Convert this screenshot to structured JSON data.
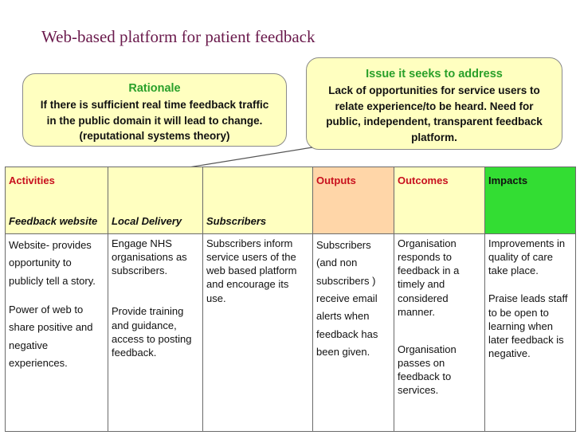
{
  "title": "Web-based platform for patient feedback",
  "rationale": {
    "heading": "Rationale",
    "lines": [
      "If there is sufficient real time feedback traffic",
      "in the public domain it will lead to change.",
      "(reputational systems theory)"
    ]
  },
  "issue": {
    "heading": "Issue it seeks to address",
    "lines": [
      "Lack of opportunities for service users to",
      "relate experience/to be heard. Need for",
      "public, independent,  transparent feedback",
      "platform."
    ]
  },
  "table": {
    "headers": {
      "activities": "Activities",
      "feedback_website": "Feedback website",
      "local_delivery": "Local Delivery",
      "subscribers": "Subscribers",
      "outputs": "Outputs",
      "outcomes": "Outcomes",
      "impacts": "Impacts"
    },
    "cells": {
      "col1_a": "Website- provides opportunity to publicly tell a story.",
      "col1_b": "Power of web to share positive and  negative experiences.",
      "col2_a": "Engage NHS organisations as subscribers.",
      "col2_b": "Provide training and guidance, access to posting feedback.",
      "col3": "Subscribers inform service users of the web based platform and encourage its use.",
      "col4": " Subscribers (and non subscribers ) receive email alerts when feedback has been given.",
      "col5_a": "Organisation responds to feedback in a timely and considered manner.",
      "col5_b": "Organisation passes on feedback to services.",
      "col6_a": "Improvements in quality of care take place.",
      "col6_b": "Praise leads staff to be open to learning when later feedback is negative."
    }
  },
  "colors": {
    "title": "#6a1a4c",
    "callout_fill": "#ffffc0",
    "outputs_fill": "#ffd6a8",
    "impacts_fill": "#33dd33",
    "heading_green": "#2aa02a",
    "heading_red": "#c8101e"
  }
}
